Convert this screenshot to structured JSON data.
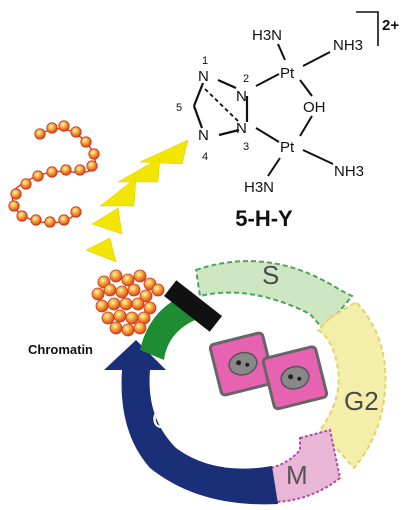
{
  "molecule": {
    "name": "5-H-Y",
    "charge": "2+",
    "platinum_label": "Pt",
    "hydroxide_label": "OH",
    "nitrogen_label": "N",
    "amine_top_left": "H3N",
    "amine_top_right": "NH3",
    "amine_bottom_left": "H3N",
    "amine_bottom_right": "NH3",
    "ring_numbers": [
      "1",
      "2",
      "3",
      "4",
      "5"
    ]
  },
  "chromatin": {
    "label": "Chromatin"
  },
  "cell_cycle": {
    "phases": [
      {
        "key": "s",
        "label": "S",
        "color": "#cfe6c3"
      },
      {
        "key": "g2",
        "label": "G2",
        "color": "#f4eeab"
      },
      {
        "key": "m",
        "label": "M",
        "color": "#e9b6d6"
      },
      {
        "key": "g1",
        "label": "G1",
        "color": "#1b2f78"
      }
    ],
    "g1_tail_color": "#1f8c33",
    "block_color": "#111111"
  },
  "colors": {
    "arrow_yellow": "#f2e600",
    "bead_red": "#e8402a",
    "bead_orange": "#f4a234",
    "cell_pink": "#e763b1",
    "cell_outline": "#666666"
  }
}
